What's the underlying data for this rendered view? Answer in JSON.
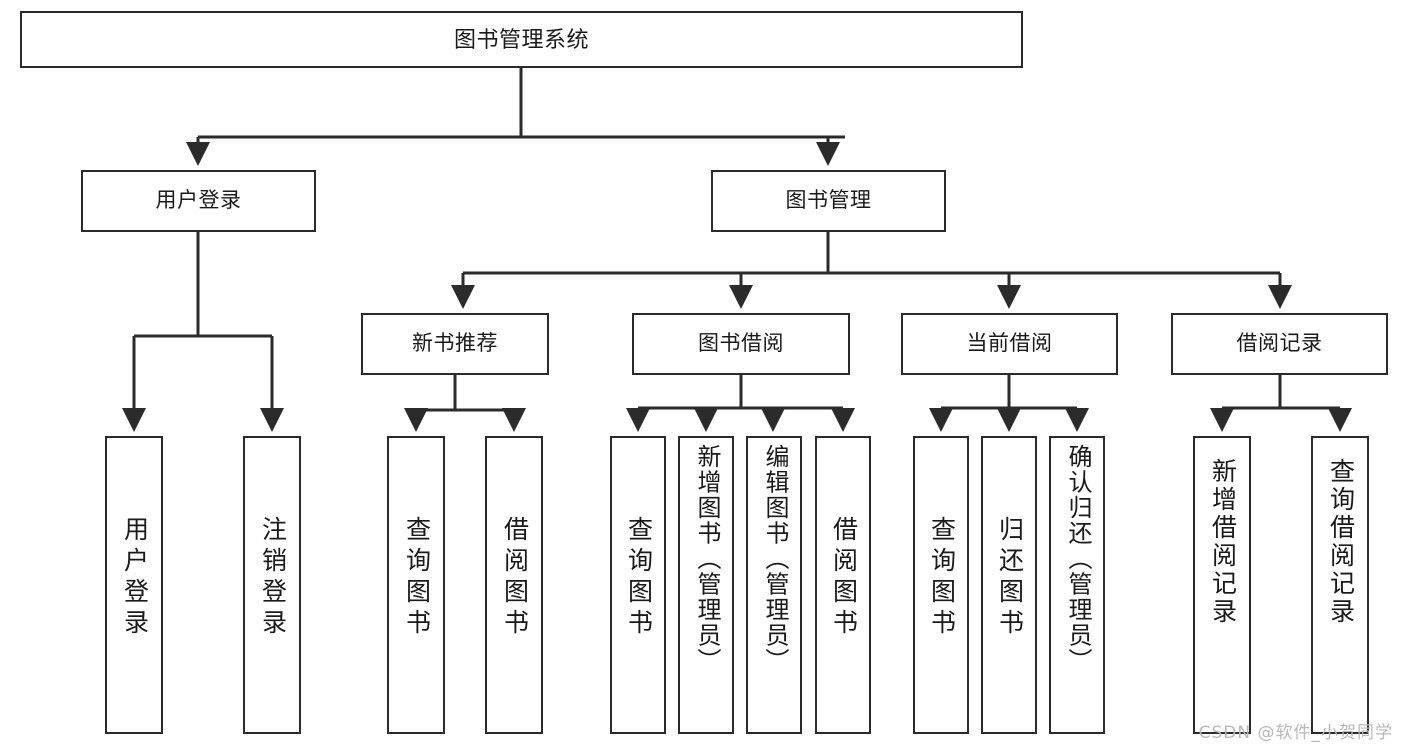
{
  "diagram": {
    "type": "tree-hierarchy",
    "title": "图书管理系统",
    "orientation": "top-down",
    "style": {
      "box_fill": "#ffffff",
      "box_stroke": "#2b2b2b",
      "text_color": "#1a1a1a",
      "connector_color": "#2b2b2b",
      "background": "#ffffff"
    },
    "nodes": {
      "root": {
        "label": "图书管理系统"
      },
      "level2": [
        {
          "id": "user-login",
          "label": "用户登录"
        },
        {
          "id": "book-management",
          "label": "图书管理"
        }
      ],
      "level3": [
        {
          "id": "new-book-recommend",
          "label": "新书推荐"
        },
        {
          "id": "book-borrow",
          "label": "图书借阅"
        },
        {
          "id": "current-borrow",
          "label": "当前借阅"
        },
        {
          "id": "borrow-record",
          "label": "借阅记录"
        }
      ],
      "leaves": {
        "user-login": [
          {
            "id": "leaf-user-login",
            "label": "用户登录"
          },
          {
            "id": "leaf-logout-login",
            "label": "注销登录"
          }
        ],
        "new-book-recommend": [
          {
            "id": "leaf-query-book-1",
            "label": "查询图书"
          },
          {
            "id": "leaf-borrow-book-1",
            "label": "借阅图书"
          }
        ],
        "book-borrow": [
          {
            "id": "leaf-query-book-2",
            "label": "查询图书"
          },
          {
            "id": "leaf-add-book",
            "label": "新增图书（管理员）"
          },
          {
            "id": "leaf-edit-book",
            "label": "编辑图书（管理员）"
          },
          {
            "id": "leaf-borrow-book-2",
            "label": "借阅图书"
          }
        ],
        "current-borrow": [
          {
            "id": "leaf-query-book-3",
            "label": "查询图书"
          },
          {
            "id": "leaf-return-book",
            "label": "归还图书"
          },
          {
            "id": "leaf-confirm-return",
            "label": "确认归还（管理员）"
          }
        ],
        "borrow-record": [
          {
            "id": "leaf-add-record",
            "label": "新增借阅记录"
          },
          {
            "id": "leaf-query-record",
            "label": "查询借阅记录"
          }
        ]
      }
    }
  },
  "watermark": {
    "text": "CSDN @软件_小贺同学"
  }
}
